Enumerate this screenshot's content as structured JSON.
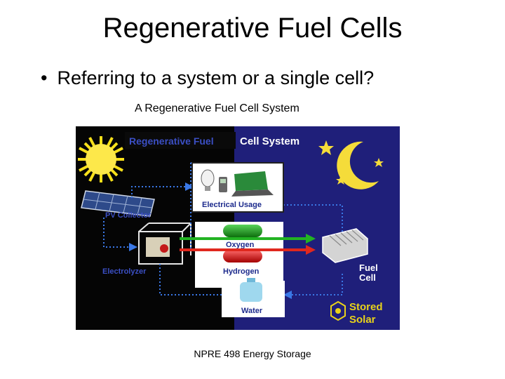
{
  "slide": {
    "title": "Regenerative Fuel Cells",
    "bullet": "Referring to a system or a single cell?",
    "caption": "A Regenerative Fuel Cell System",
    "footer": "NPRE 498 Energy Storage"
  },
  "diagram": {
    "header_left": "Regenerative Fuel",
    "header_right": "Cell System",
    "labels": {
      "pv_collector": "PV Collector",
      "electrolyzer": "Electrolyzer",
      "electrical_usage": "Electrical Usage",
      "oxygen": "Oxygen",
      "hydrogen": "Hydrogen",
      "water": "Water",
      "fuel_cell_line1": "Fuel",
      "fuel_cell_line2": "Cell",
      "stored_line1": "Stored",
      "stored_line2": "Solar"
    },
    "colors": {
      "day_bg": "#050505",
      "night_bg": "#1f1f7a",
      "header_blue": "#3b4fc4",
      "oxygen_arrow": "#22b322",
      "hydrogen_arrow": "#e0281e",
      "water_arrow": "#3a78e6",
      "label_blue": "#1c2a8c",
      "stored_yellow": "#e8d21a"
    },
    "icons": [
      "sun-icon",
      "moon-icon",
      "star-icon",
      "solar-panel-icon",
      "electrolyzer-icon",
      "lamp-icon",
      "phone-icon",
      "laptop-icon",
      "oxygen-tank-icon",
      "hydrogen-tank-icon",
      "water-bottle-icon",
      "fuel-cell-icon",
      "stored-solar-logo-icon"
    ]
  }
}
